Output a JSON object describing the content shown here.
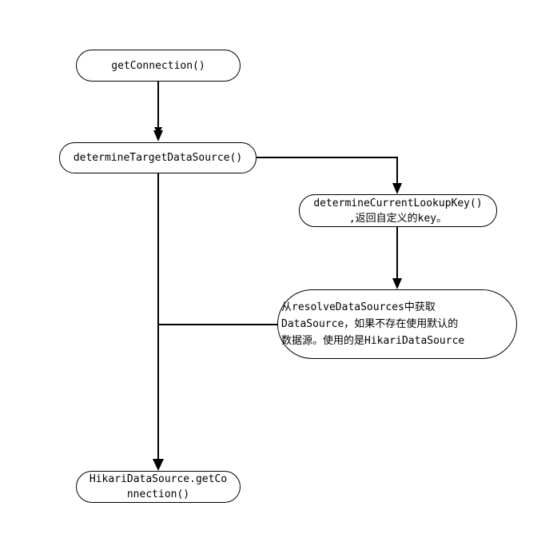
{
  "diagram": {
    "nodes": [
      {
        "id": "getconn",
        "text": "getConnection()"
      },
      {
        "id": "determine",
        "text": "determineTargetDataSource()"
      },
      {
        "id": "lookup",
        "text": "determineCurrentLookupKey()\n,返回自定义的key。"
      },
      {
        "id": "resolve",
        "text": "从resolveDataSources中获取\nDataSource，如果不存在使用默认的\n数据源。使用的是HikariDataSource"
      },
      {
        "id": "hikari",
        "text": "HikariDataSource.getCo\nnnection()"
      }
    ],
    "edges": [
      {
        "from": "getconn",
        "to": "determine"
      },
      {
        "from": "determine",
        "to": "lookup"
      },
      {
        "from": "lookup",
        "to": "resolve"
      },
      {
        "from": "resolve",
        "to": "hikari"
      },
      {
        "from": "determine",
        "to": "hikari"
      }
    ],
    "colors": {
      "stroke": "#000000",
      "fill": "#ffffff"
    }
  }
}
